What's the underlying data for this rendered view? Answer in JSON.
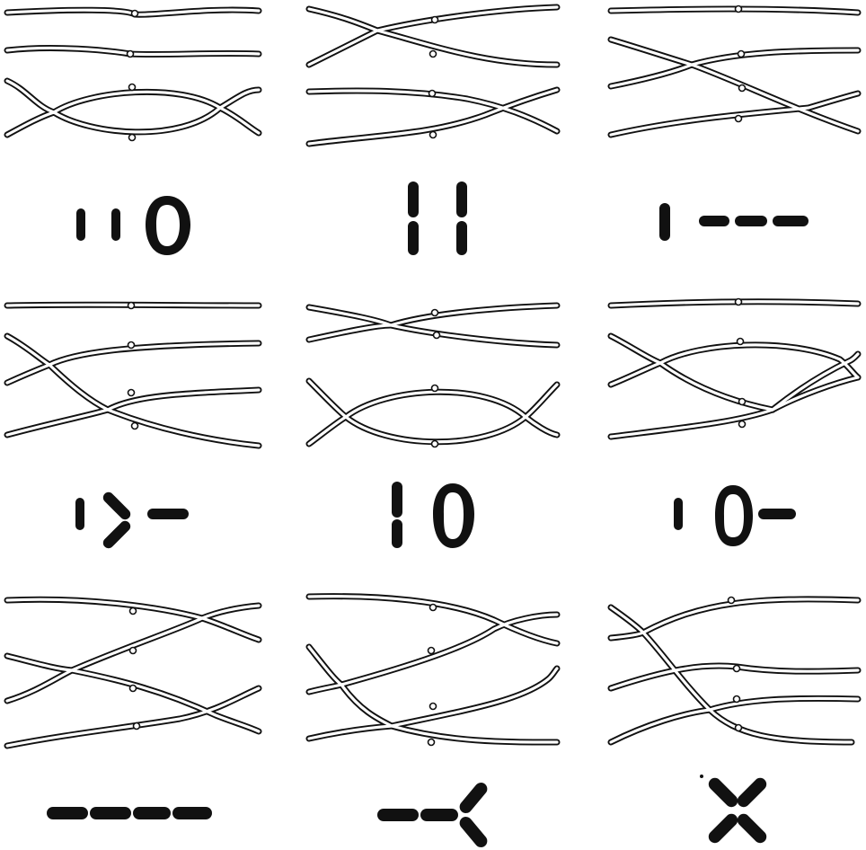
{
  "figure": {
    "background": "#ffffff",
    "ink": "#111111",
    "panels": [
      {
        "strands": 4,
        "configuration": "two-rods-one-ring",
        "rods": 2,
        "rings": 1
      },
      {
        "strands": 4,
        "configuration": "two-long-rods",
        "rods": 2,
        "rings": 0
      },
      {
        "strands": 4,
        "configuration": "rod-and-chain-of-three",
        "rods": 1,
        "chain": 3
      },
      {
        "strands": 4,
        "configuration": "rod-and-tripod",
        "rods": 1,
        "tripod": 1
      },
      {
        "strands": 4,
        "configuration": "rod-and-ring",
        "rods": 1,
        "rings": 1
      },
      {
        "strands": 4,
        "configuration": "rod-ring-with-tail",
        "rods": 1,
        "rings": 1,
        "tail": 1
      },
      {
        "strands": 4,
        "configuration": "chain-of-four",
        "chain": 4
      },
      {
        "strands": 4,
        "configuration": "chain-with-fork",
        "chain": 2,
        "fork": 1
      },
      {
        "strands": 4,
        "configuration": "cross",
        "arms": 4
      }
    ]
  }
}
